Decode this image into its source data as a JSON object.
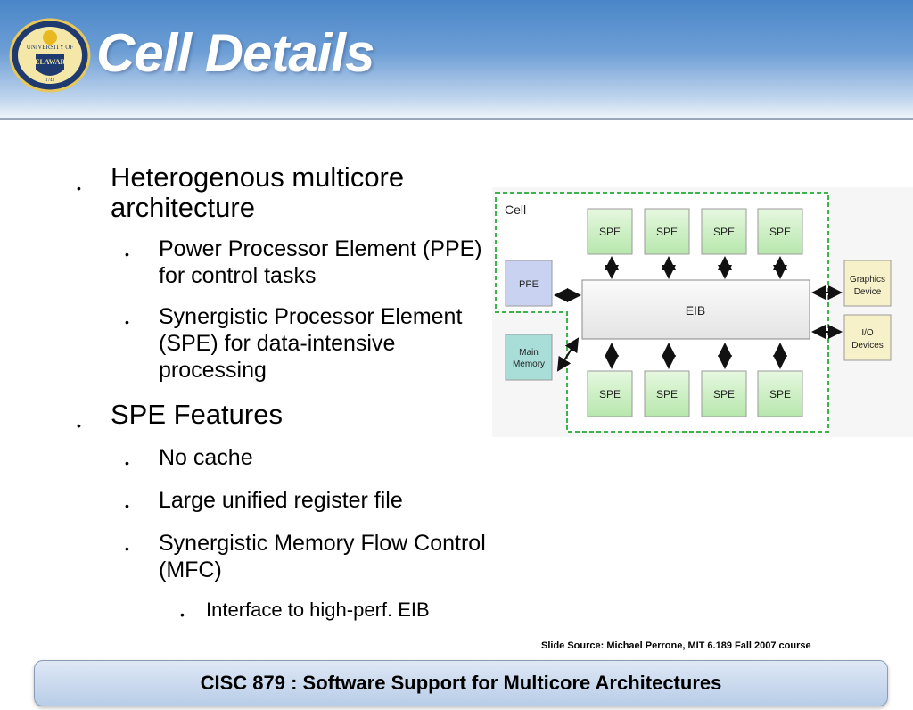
{
  "title": "Cell Details",
  "logo": {
    "text_top": "UNIVERSITY OF",
    "text_main": "DELAWARE",
    "year": "1743"
  },
  "bullets": [
    {
      "level": 1,
      "text": "Heterogenous multicore architecture"
    },
    {
      "level": 2,
      "text": "Power Processor Element (PPE) for control tasks"
    },
    {
      "level": 2,
      "text": "Synergistic Processor Element (SPE) for data-intensive processing"
    },
    {
      "level": 1,
      "text": "SPE Features"
    },
    {
      "level": 2,
      "text": "No cache"
    },
    {
      "level": 2,
      "text": "Large unified register file"
    },
    {
      "level": 2,
      "text": "Synergistic Memory Flow Control (MFC)"
    },
    {
      "level": 3,
      "text": "Interface to high-perf. EIB"
    }
  ],
  "diagram": {
    "cell_label": "Cell",
    "spe_label": "SPE",
    "ppe_label": "PPE",
    "eib_label": "EIB",
    "main_memory_line1": "Main",
    "main_memory_line2": "Memory",
    "graphics_line1": "Graphics",
    "graphics_line2": "Device",
    "io_line1": "I/O",
    "io_line2": "Devices",
    "colors": {
      "cell_border": "#3cb44b",
      "spe_fill": "#c8eec0",
      "ppe_fill": "#c9d3f1",
      "memory_fill": "#a9ded8",
      "device_fill": "#f6f1c8",
      "eib_fill": "#f1f1f1"
    }
  },
  "source": "Slide Source: Michael Perrone, MIT 6.189 Fall 2007 course",
  "footer": "CISC 879 : Software Support for Multicore Architectures"
}
